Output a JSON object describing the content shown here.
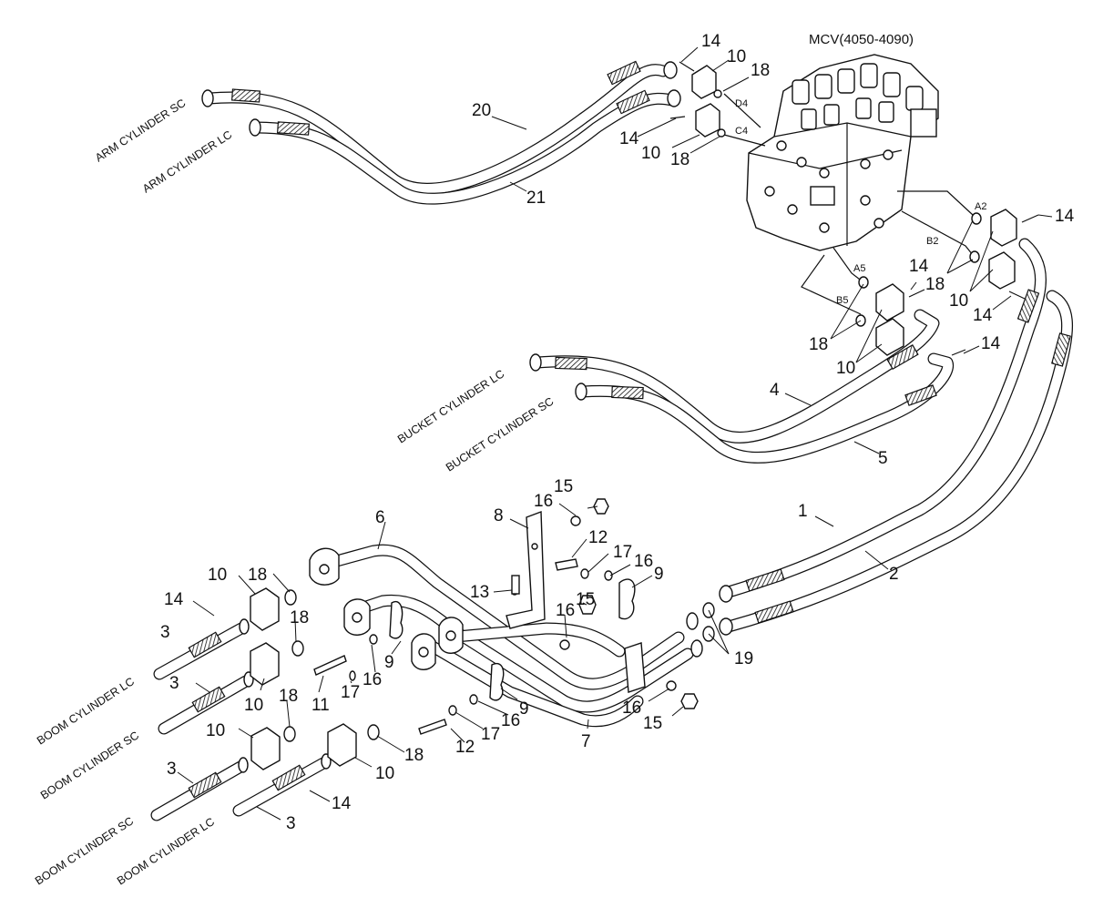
{
  "title": "MCV(4050-4090)",
  "port_labels": {
    "d4": "D4",
    "c4": "C4",
    "a2": "A2",
    "b2": "B2",
    "a5": "A5",
    "b5": "B5"
  },
  "hose_end_labels": {
    "arm_sc": "ARM CYLINDER SC",
    "arm_lc": "ARM CYLINDER LC",
    "bucket_lc": "BUCKET CYLINDER LC",
    "bucket_sc": "BUCKET CYLINDER SC",
    "boom_lc_1": "BOOM CYLINDER LC",
    "boom_sc_1": "BOOM CYLINDER SC",
    "boom_sc_2": "BOOM CYLINDER SC",
    "boom_lc_2": "BOOM CYLINDER LC"
  },
  "callouts": {
    "c1": "1",
    "c2": "2",
    "c3a": "3",
    "c3b": "3",
    "c3c": "3",
    "c3d": "3",
    "c4": "4",
    "c5": "5",
    "c6": "6",
    "c7": "7",
    "c8": "8",
    "c9a": "9",
    "c9b": "9",
    "c9c": "9",
    "c10a": "10",
    "c10b": "10",
    "c10c": "10",
    "c10d": "10",
    "c10e": "10",
    "c10f": "10",
    "c10g": "10",
    "c10h": "10",
    "c11": "11",
    "c12a": "12",
    "c12b": "12",
    "c13": "13",
    "c14a": "14",
    "c14b": "14",
    "c14c": "14",
    "c14d": "14",
    "c14e": "14",
    "c14f": "14",
    "c14g": "14",
    "c14h": "14",
    "c15a": "15",
    "c15b": "15",
    "c15c": "15",
    "c16a": "16",
    "c16b": "16",
    "c16c": "16",
    "c16d": "16",
    "c16e": "16",
    "c16f": "16",
    "c17a": "17",
    "c17b": "17",
    "c17c": "17",
    "c18a": "18",
    "c18b": "18",
    "c18c": "18",
    "c18d": "18",
    "c18e": "18",
    "c18f": "18",
    "c18g": "18",
    "c18h": "18",
    "c19": "19",
    "c20": "20",
    "c21": "21"
  }
}
